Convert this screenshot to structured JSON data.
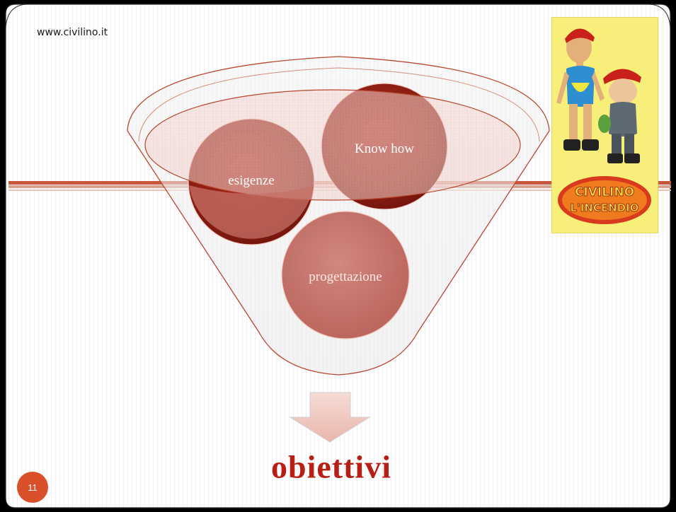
{
  "slide": {
    "url_text": "www.civilino.it",
    "page_number": "11",
    "circles": {
      "esigenze": "esigenze",
      "know_how": "Know how",
      "progettazione": "progettazione"
    },
    "result_label": "obiettivi",
    "logo_text": "CIVILINO L'INCENDIO"
  },
  "colors": {
    "accent": "#c9573c",
    "circle_dark": "#8a1d12",
    "circle_light": "#c8766d",
    "result_text": "#b81f14",
    "logo_bg": "#f7ef7a"
  }
}
